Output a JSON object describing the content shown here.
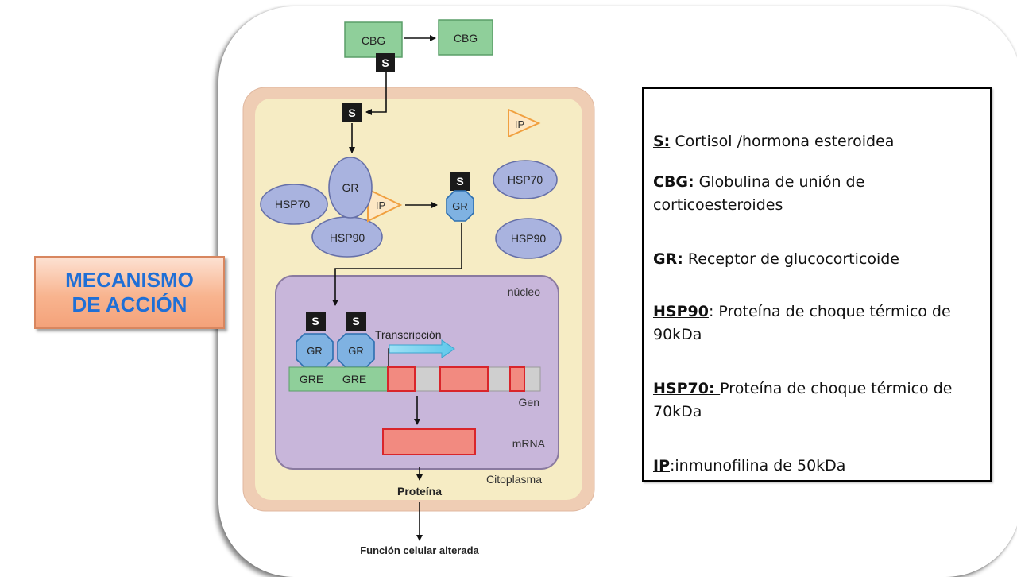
{
  "badge": {
    "line1": "MECANISMO",
    "line2": "DE ACCIÓN"
  },
  "diagram": {
    "cbg_bound": "CBG",
    "cbg_free": "CBG",
    "steroid": "S",
    "ip": "IP",
    "gr": "GR",
    "hsp70": "HSP70",
    "hsp90": "HSP90",
    "nucleus": "núcleo",
    "transcription": "Transcripción",
    "gre": "GRE",
    "gene": "Gen",
    "mrna": "mRNA",
    "cytoplasm": "Citoplasma",
    "protein": "Proteína",
    "outcome": "Función celular alterada"
  },
  "legend": [
    {
      "term": "S:",
      "desc": " Cortisol /hormona esteroidea"
    },
    {
      "term": "CBG:",
      "desc": " Globulina de unión de corticoesteroides"
    },
    {
      "term": "GR:",
      "desc": " Receptor de glucocorticoide"
    },
    {
      "term": "HSP90",
      "desc": ": Proteína de choque térmico de 90kDa"
    },
    {
      "term": "HSP70: ",
      "desc": " Proteína de choque térmico de 70kDa"
    },
    {
      "term": "IP",
      "desc": ":inmunofilina de 50kDa"
    }
  ],
  "colors": {
    "cbg_fill": "#8fcf9a",
    "steroid_fill": "#1a1a1a",
    "hsp_fill": "#a9b3df",
    "gr_fill": "#7fb2e2",
    "ip_stroke": "#f0a040",
    "nucleus_fill": "#c8b6da",
    "cell_fill": "#f6ecc4",
    "gre_fill": "#8fcf9a",
    "exon_fill": "#f28a80",
    "badge_text": "#1f6fd6"
  }
}
